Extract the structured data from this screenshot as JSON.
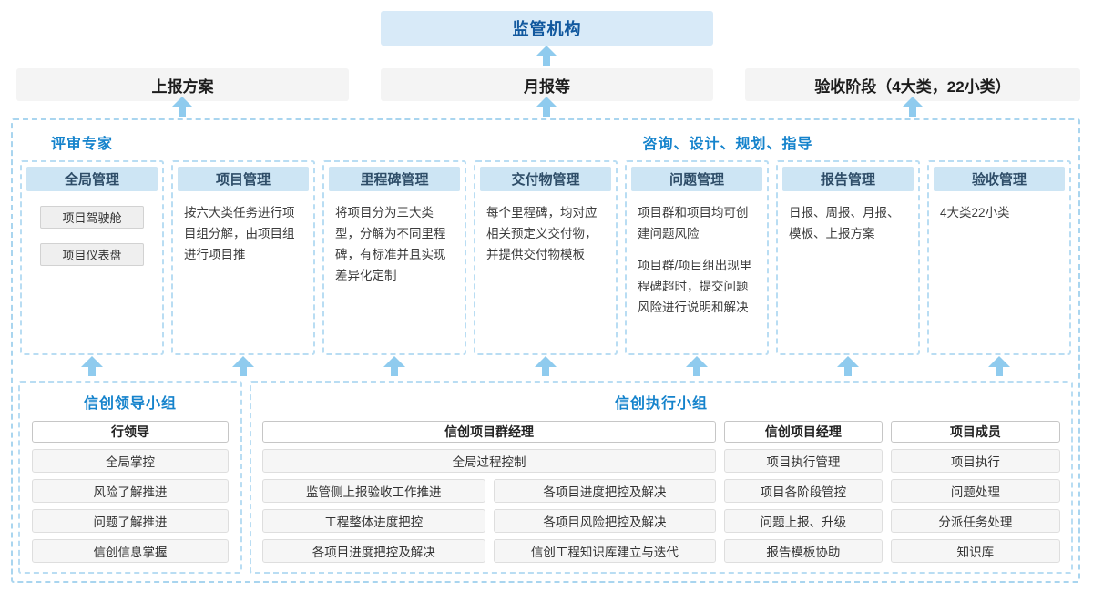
{
  "colors": {
    "accent_blue": "#1583cc",
    "regulator_text": "#11589e",
    "arrow_blue": "#8fcbee",
    "column_header_bg": "#cde5f4",
    "regulator_bg": "#d8eaf8",
    "gray_box_bg": "#f4f4f4",
    "dashed_border": "#a9d5ef"
  },
  "top": {
    "regulator_label": "监管机构",
    "outputs": [
      {
        "label": "上报方案"
      },
      {
        "label": "月报等"
      },
      {
        "label": "验收阶段（4大类，22小类）"
      }
    ]
  },
  "main": {
    "left_title": "评审专家",
    "right_title": "咨询、设计、规划、指导",
    "columns": [
      {
        "title": "全局管理",
        "items": [
          "项目驾驶舱",
          "项目仪表盘"
        ]
      },
      {
        "title": "项目管理",
        "text": "按六大类任务进行项目组分解，由项目组进行项目推"
      },
      {
        "title": "里程碑管理",
        "text": "将项目分为三大类型，分解为不同里程碑，有标准并且实现差异化定制"
      },
      {
        "title": "交付物管理",
        "text": "每个里程碑，均对应相关预定义交付物，并提供交付物模板"
      },
      {
        "title": "问题管理",
        "paragraphs": [
          "项目群和项目均可创建问题风险",
          "项目群/项目组出现里程碑超时，提交问题风险进行说明和解决"
        ]
      },
      {
        "title": "报告管理",
        "text": "日报、周报、月报、模板、上报方案"
      },
      {
        "title": "验收管理",
        "text": "4大类22小类"
      }
    ]
  },
  "bottom": {
    "leadership": {
      "title": "信创领导小组",
      "role": "行领导",
      "items": [
        "全局掌控",
        "风险了解推进",
        "问题了解推进",
        "信创信息掌握"
      ]
    },
    "execution": {
      "title": "信创执行小组",
      "group_manager": {
        "role": "信创项目群经理",
        "full_item": "全局过程控制",
        "left_items": [
          "监管侧上报验收工作推进",
          "工程整体进度把控",
          "各项目进度把控及解决"
        ],
        "right_items": [
          "各项目进度把控及解决",
          "各项目风险把控及解决",
          "信创工程知识库建立与迭代"
        ]
      },
      "project_manager": {
        "role": "信创项目经理",
        "items": [
          "项目执行管理",
          "项目各阶段管控",
          "问题上报、升级",
          "报告模板协助"
        ]
      },
      "member": {
        "role": "项目成员",
        "items": [
          "项目执行",
          "问题处理",
          "分派任务处理",
          "知识库"
        ]
      }
    }
  }
}
